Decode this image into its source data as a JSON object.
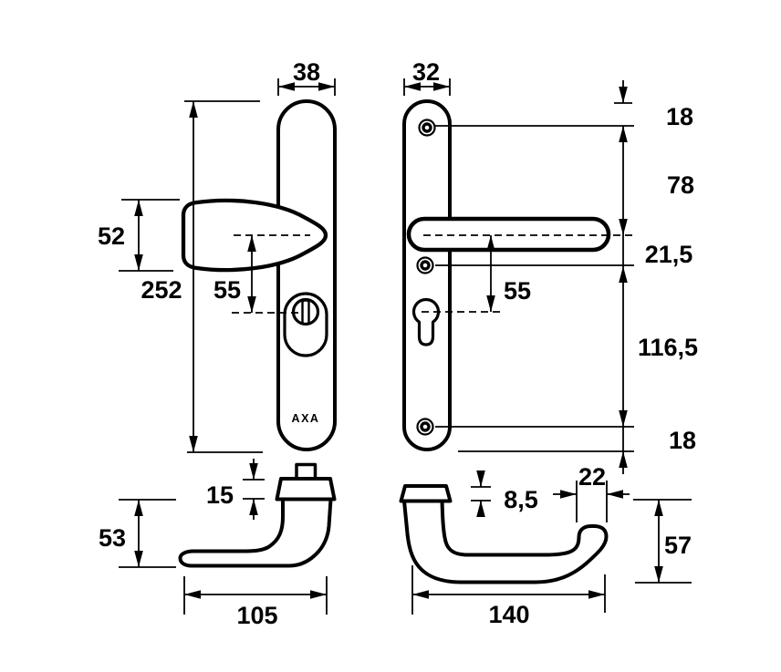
{
  "brand": "AXA",
  "drawing": {
    "type": "technical-dimension-drawing",
    "subject": "AXA security door handle set: knob backplate (outside), lever backplate (inside), knob side profile, lever side profile",
    "units": "mm",
    "ink_color": "#000000",
    "paper_color": "#ffffff"
  },
  "views": {
    "knob_plate": {
      "title": "knob backplate front view",
      "plate_width": "38",
      "plate_height": "252",
      "knob_height": "52",
      "center_distance": "55"
    },
    "lever_plate": {
      "title": "lever backplate front view",
      "plate_width": "32",
      "top_to_screw": "18",
      "screw_to_handle": "78",
      "handle_to_screw": "21,5",
      "center_distance": "55",
      "screw_to_screw": "116,5",
      "screw_to_bottom": "18"
    },
    "knob_side": {
      "title": "knob side profile",
      "collar_height": "15",
      "grip_height": "53",
      "length": "105"
    },
    "lever_side": {
      "title": "lever side profile",
      "rose_thickness": "8,5",
      "grip_width": "22",
      "height": "57",
      "length": "140"
    }
  }
}
